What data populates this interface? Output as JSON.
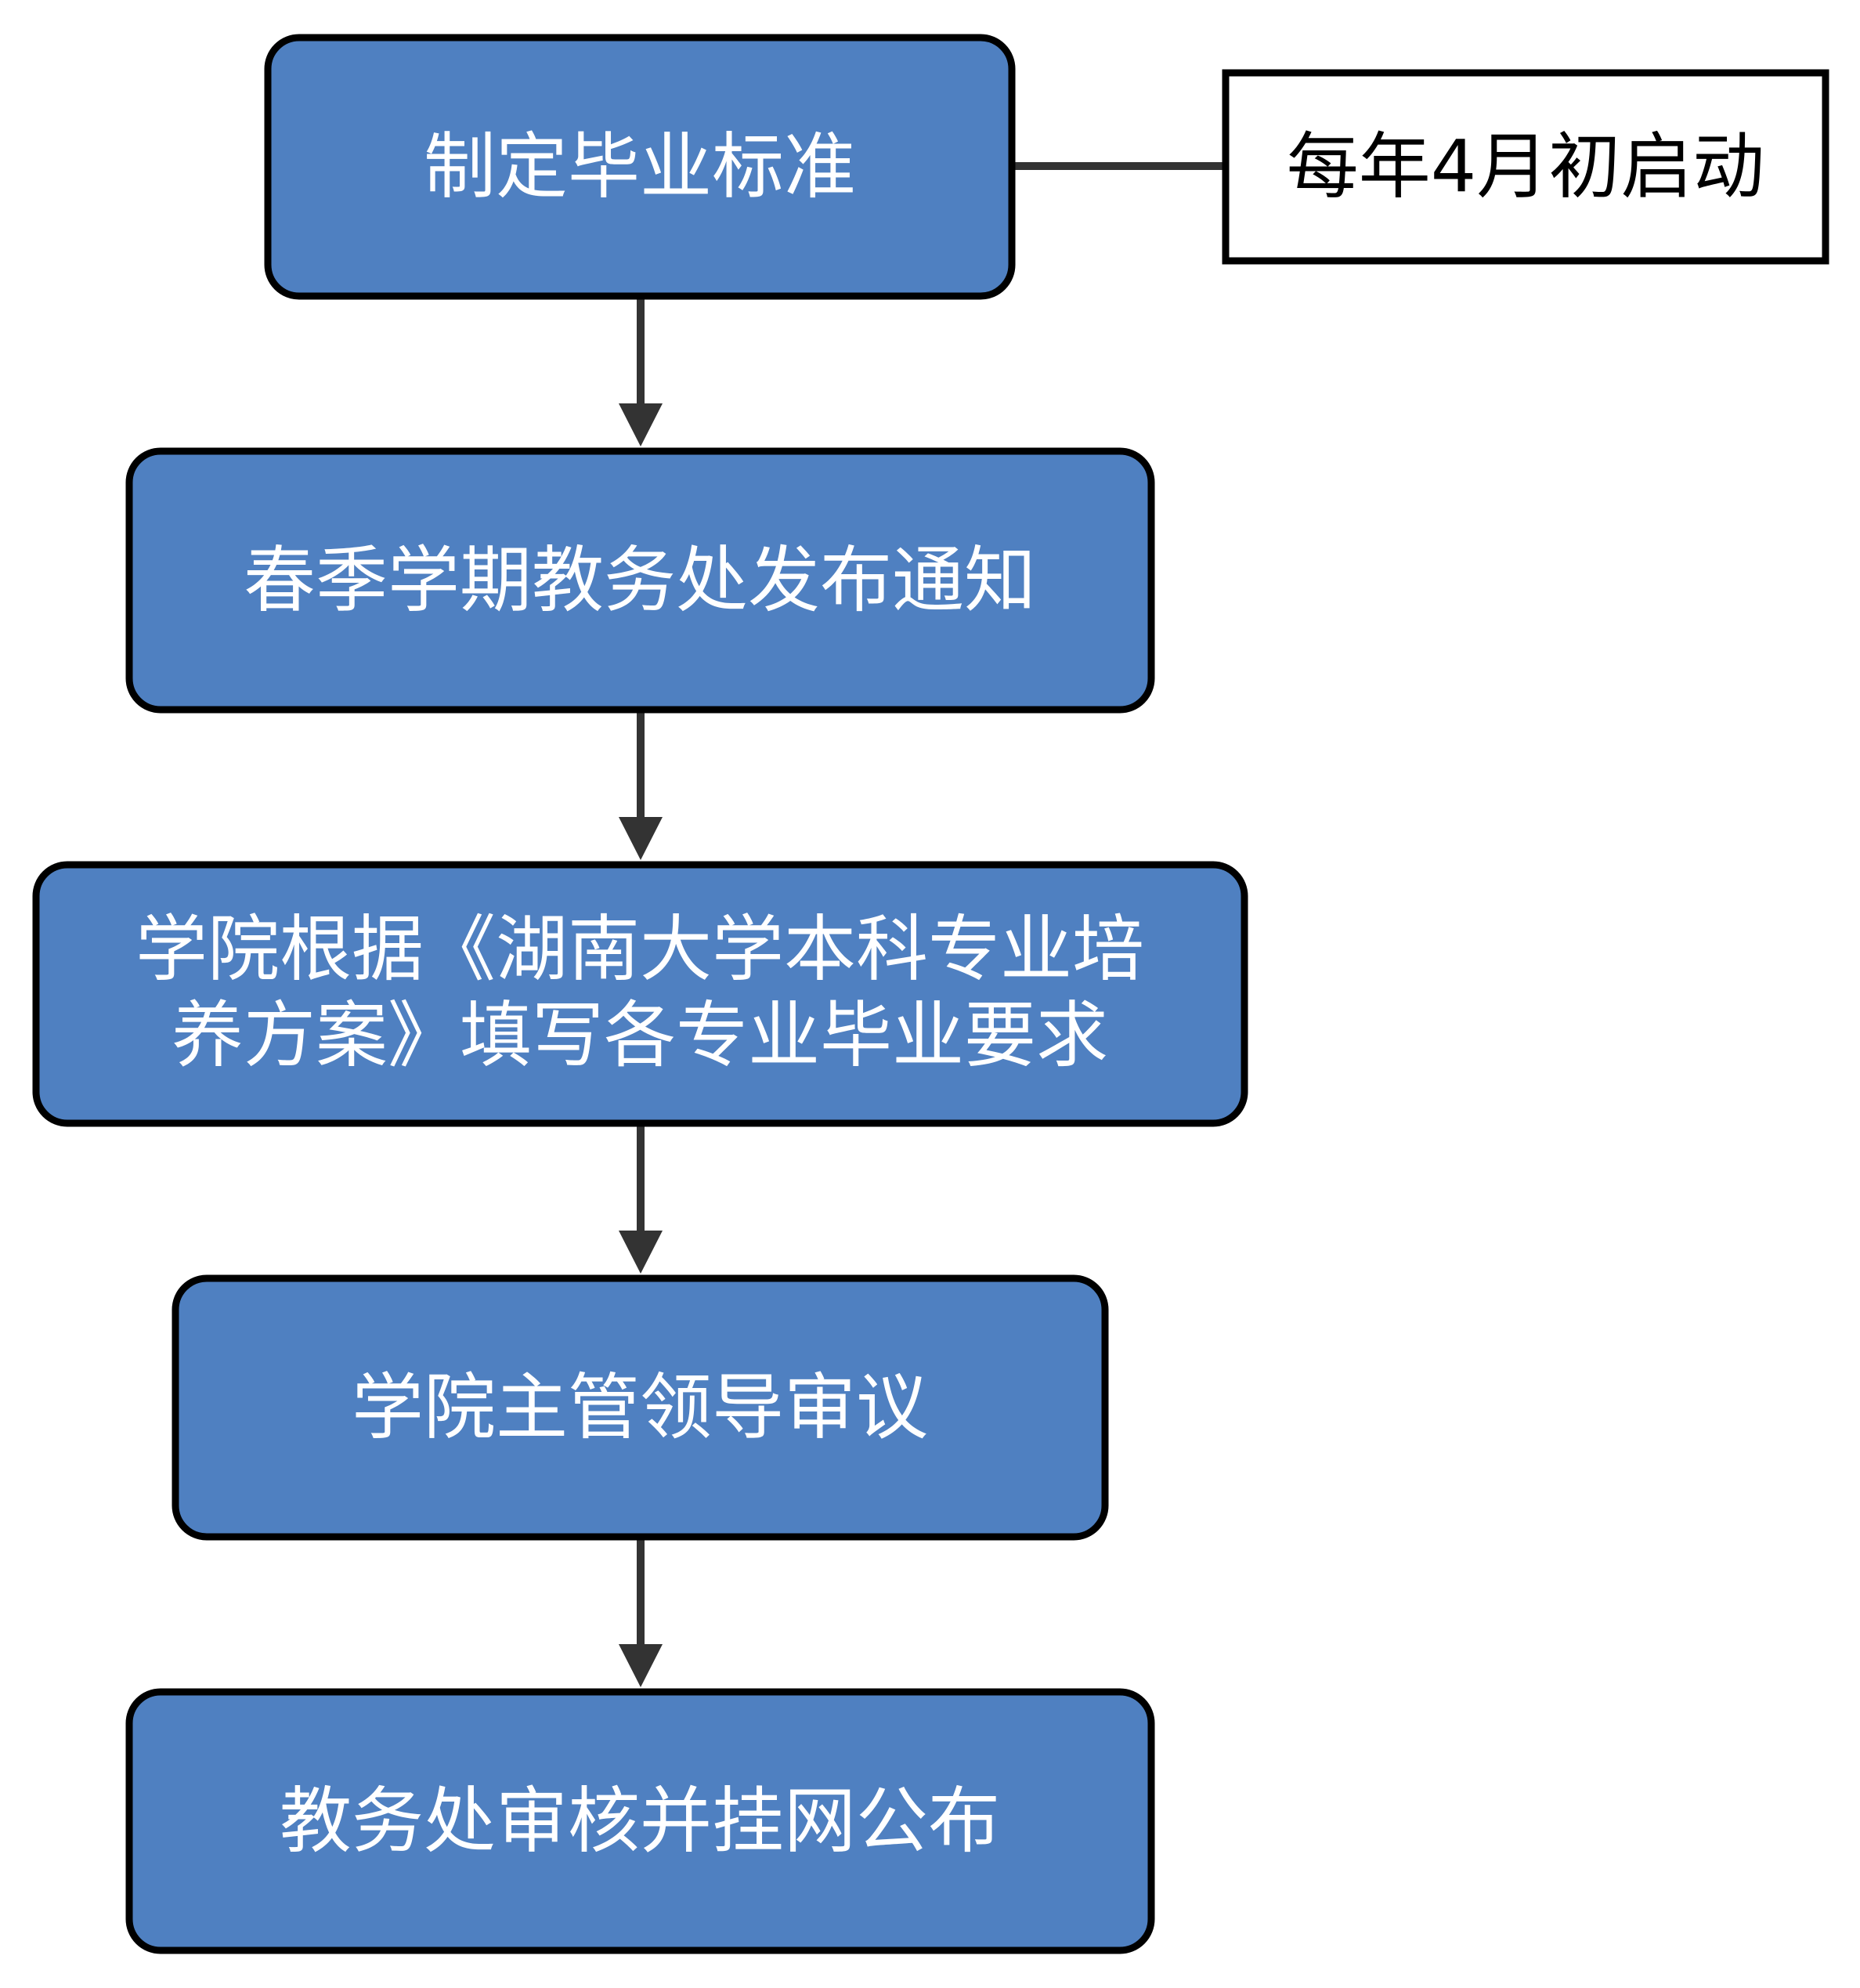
{
  "diagram": {
    "note": "每年4月初启动",
    "steps": [
      {
        "lines": [
          "制定毕业标准"
        ]
      },
      {
        "lines": [
          "春季学期教务处发布通知"
        ]
      },
      {
        "lines": [
          "学院根据《湖南大学本科专业培",
          "养方案》填写各专业毕业要求"
        ]
      },
      {
        "lines": [
          "学院主管领导审议"
        ]
      },
      {
        "lines": [
          "教务处审核并挂网公布"
        ]
      }
    ]
  },
  "colors": {
    "node_fill": "#4f80c1",
    "node_stroke": "#000000",
    "connector": "#333333",
    "note_fill": "#ffffff"
  }
}
